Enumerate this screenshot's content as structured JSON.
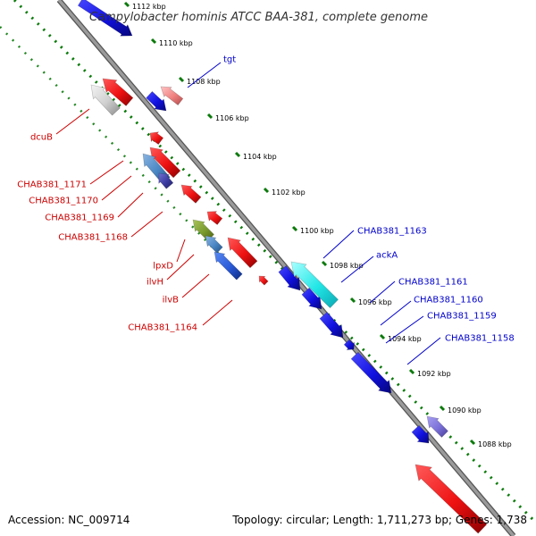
{
  "title": "Campylobacter hominis ATCC BAA-381, complete genome",
  "accession": "Accession: NC_009714",
  "topology": "Topology: circular; Length: 1,711,273 bp; Genes: 1,738",
  "colors": {
    "background": "#ffffff",
    "backbone": "#888888",
    "scale_dots": "#0b7a0b",
    "forward_gene": "#1010e0",
    "reverse_gene": "#ee1111",
    "label_forward": "#0000cc",
    "label_reverse": "#cc0000"
  },
  "kbp_ticks": [
    "1112 kbp",
    "1110 kbp",
    "1108 kbp",
    "1106 kbp",
    "1104 kbp",
    "1102 kbp",
    "1100 kbp",
    "1098 kbp",
    "1096 kbp",
    "1094 kbp",
    "1092 kbp",
    "1090 kbp",
    "1088 kbp"
  ],
  "gene_labels_forward": [
    "tgt",
    "CHAB381_1163",
    "ackA",
    "CHAB381_1161",
    "CHAB381_1160",
    "CHAB381_1159",
    "CHAB381_1158"
  ],
  "gene_labels_reverse": [
    "dcuB",
    "CHAB381_1171",
    "CHAB381_1170",
    "CHAB381_1169",
    "CHAB381_1168",
    "lpxD",
    "ilvH",
    "ilvB",
    "CHAB381_1164"
  ]
}
